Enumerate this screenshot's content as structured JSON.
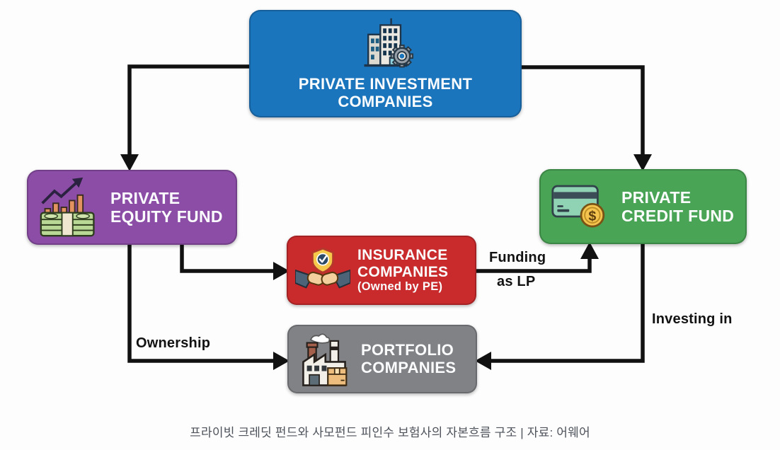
{
  "caption": "프라이빗 크레딧 펀드와 사모펀드 피인수 보험사의 자본흐름 구조 | 자료: 어웨어",
  "colors": {
    "investment_blue": "#1b75bc",
    "equity_purple": "#8b4da6",
    "credit_green": "#4aa455",
    "insurance_red": "#c92a2c",
    "portfolio_gray": "#818285",
    "arrow_black": "#111111",
    "caption_gray": "#4d525b"
  },
  "nodes": {
    "private_investment": {
      "line1": "PRIVATE INVESTMENT",
      "line2": "COMPANIES"
    },
    "private_equity": {
      "line1": "PRIVATE",
      "line2": "EQUITY FUND"
    },
    "private_credit": {
      "line1": "PRIVATE",
      "line2": "CREDIT FUND"
    },
    "insurance": {
      "line1": "INSURANCE",
      "line2": "COMPANIES",
      "line3": "(Owned by PE)"
    },
    "portfolio": {
      "line1": "PORTFOLIO",
      "line2": "COMPANIES"
    }
  },
  "edge_labels": {
    "ownership": "Ownership",
    "funding_line1": "Funding",
    "funding_line2": "as LP",
    "investing": "Investing in"
  },
  "icons": {
    "dollar_sign": "$"
  }
}
